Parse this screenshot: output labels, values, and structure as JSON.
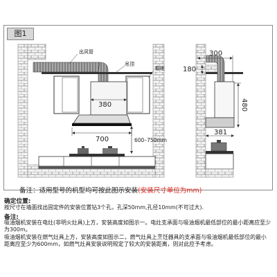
{
  "figure": {
    "label": "图1",
    "left_labels": {
      "exhaust_pipe": "出风管",
      "hanging_board": "吊顶",
      "cabinet": "橱柜"
    },
    "left_dims": {
      "hood_width": "380",
      "cabinet_width": "700",
      "install_height": "600–750mm"
    },
    "right_dims": {
      "top": "300",
      "ceiling": "180",
      "height": "480",
      "depth": "381"
    }
  },
  "note": {
    "prefix": "备注：适用型号的机型均可按此图示安装",
    "highlight": "(安装尺寸单位为mm)"
  },
  "section1": {
    "title": "确定位置:",
    "body": "按尺寸在墙面找出固定件的安装位置钻3个孔，孔深50mm,孔径10mm(不可过大)."
  },
  "section2": {
    "title": "备注:",
    "para1": "吸油烟机安装在电灶(非明火灶具)上方，安装高度如图示一。电灶支承面与吸油烟机最低部位的最小距离应至少为300m。",
    "para2": "吸油烟机安装在燃气灶具上方，安装高度如图示二，燃气灶具上烹饪器具的支承面与吸油烟机最低部位的最小距离应至少为600mm，如燃气灶具安装说明规定了较大的安装距离，则对此应予考虑。"
  }
}
